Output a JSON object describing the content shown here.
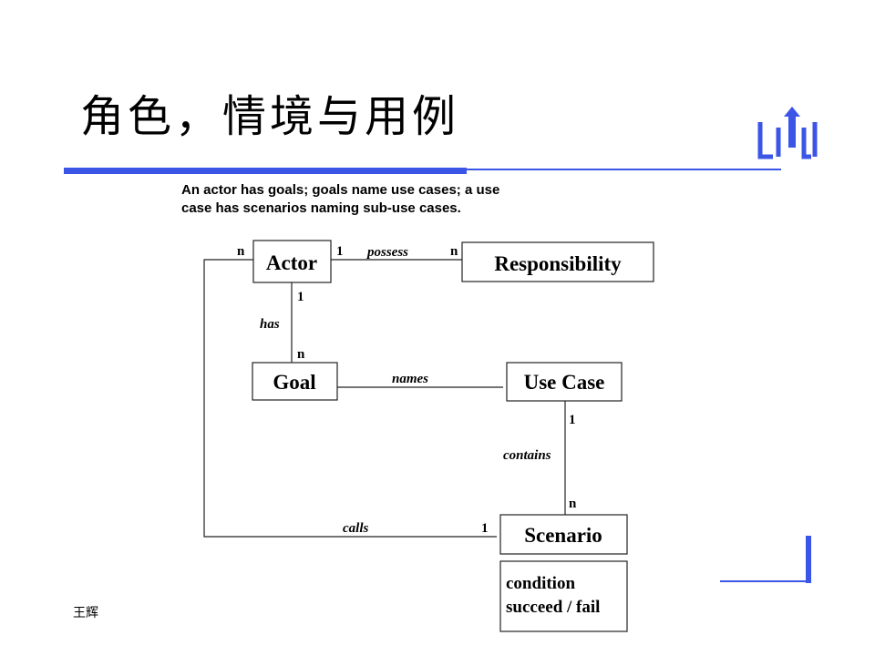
{
  "slide": {
    "title": "角色，情境与用例",
    "footer": "王辉"
  },
  "caption": {
    "line1": "An actor has goals; goals name use cases; a use",
    "line2": "case has scenarios naming sub-use cases."
  },
  "boxes": {
    "actor": "Actor",
    "responsibility": "Responsibility",
    "goal": "Goal",
    "use_case": "Use Case",
    "scenario": "Scenario",
    "scenario_detail": {
      "line1": "condition",
      "line2": "succeed / fail"
    }
  },
  "relations": {
    "possess": {
      "label": "possess",
      "from_mult": "1",
      "to_mult": "n"
    },
    "has": {
      "label": "has",
      "from_mult": "1",
      "to_mult": "n"
    },
    "names": {
      "label": "names"
    },
    "contains": {
      "label": "contains",
      "from_mult": "1",
      "to_mult": "n"
    },
    "calls": {
      "label": "calls",
      "actor_mult": "n",
      "scenario_mult": "1"
    }
  },
  "colors": {
    "accent": "#3b55e6"
  }
}
